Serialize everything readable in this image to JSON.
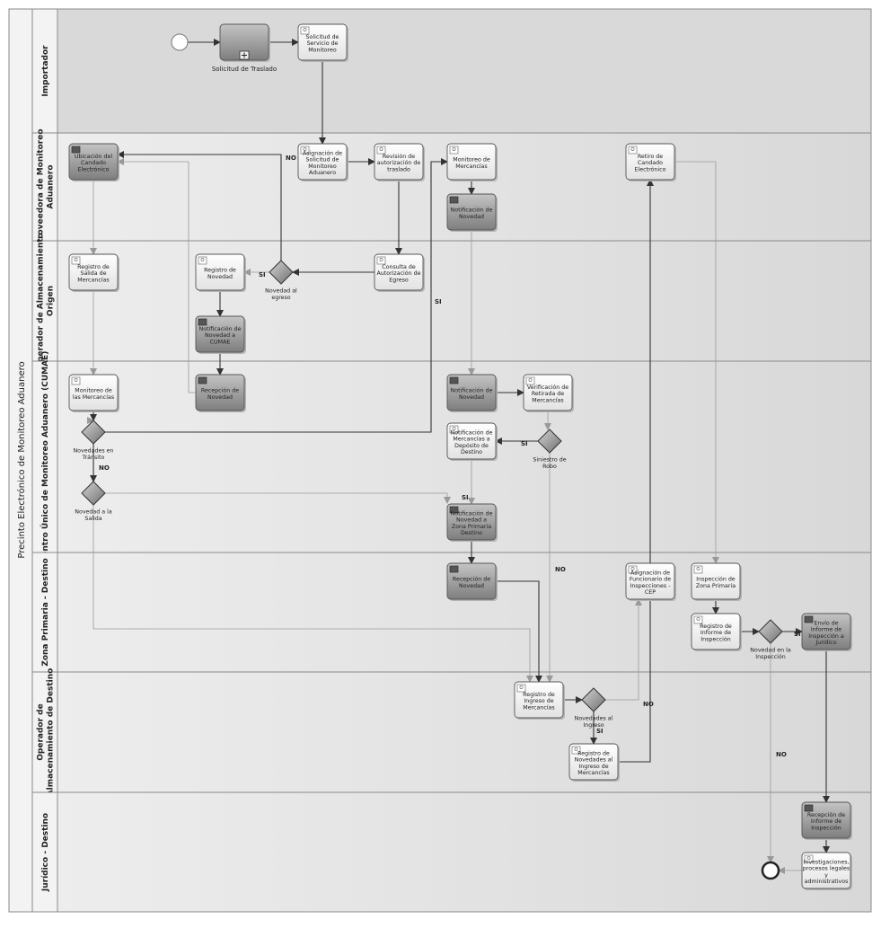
{
  "pool": {
    "title": "Precinto Electrónico de Monitoreo Aduanero"
  },
  "lanes": [
    {
      "id": "importador",
      "label": [
        "Importador"
      ]
    },
    {
      "id": "proveedora",
      "label": [
        "Proveedora de Monitoreo",
        "Aduanero"
      ]
    },
    {
      "id": "origen",
      "label": [
        "Operador de Almacenamiento",
        "Origen"
      ]
    },
    {
      "id": "cumae",
      "label": [
        "Centro Único de Monitoreo Aduanero (CUMAE)"
      ]
    },
    {
      "id": "zona",
      "label": [
        "Zona Primaria - Destino"
      ]
    },
    {
      "id": "opdestino",
      "label": [
        "Operador de",
        "Almacenamiento de  Destino"
      ]
    },
    {
      "id": "juridico",
      "label": [
        "Jurídico - Destino"
      ]
    }
  ],
  "tasks": [
    {
      "id": "t_tras",
      "label": [
        ""
      ],
      "caption": "Solicitud de Traslado"
    },
    {
      "id": "t_ssm",
      "label": [
        "Solicitud de",
        "Servicio de",
        "Monitoreo"
      ]
    },
    {
      "id": "t_asm",
      "label": [
        "Asignación de",
        "Solicitud de",
        "Monitoreo",
        "Aduanero"
      ]
    },
    {
      "id": "t_rat",
      "label": [
        "Revisión de",
        "autorización de",
        "traslado"
      ]
    },
    {
      "id": "t_mm",
      "label": [
        "Monitoreo de",
        "Mercancías"
      ]
    },
    {
      "id": "t_ucd",
      "label": [
        "Ubicación del",
        "Candado",
        "Electrónico"
      ]
    },
    {
      "id": "t_ncd",
      "label": [
        "Retiro de",
        "Candado",
        "Electrónico"
      ]
    },
    {
      "id": "t_nov1",
      "label": [
        "Notificación de",
        "Novedad"
      ]
    },
    {
      "id": "t_rsm",
      "label": [
        "Registro de",
        "Salida de",
        "Mercancías"
      ]
    },
    {
      "id": "t_rnov",
      "label": [
        "Registro de",
        "Novedad"
      ]
    },
    {
      "id": "t_nce",
      "label": [
        "Notificación de",
        "Novedad a",
        "CUMAE"
      ]
    },
    {
      "id": "t_cre",
      "label": [
        "Consulta de",
        "Autorización de",
        "Egreso"
      ]
    },
    {
      "id": "t_mdm",
      "label": [
        "Monitoreo de",
        "las Mercancías"
      ]
    },
    {
      "id": "t_recn",
      "label": [
        "Recepción de",
        "Novedad"
      ]
    },
    {
      "id": "t_notn",
      "label": [
        "Notificación de",
        "Novedad"
      ]
    },
    {
      "id": "t_rec_pm",
      "label": [
        "Verificación de",
        "Retirada de",
        "Mercancías"
      ]
    },
    {
      "id": "t_nmd",
      "label": [
        "Notificación de",
        "Mercancías a",
        "Depósito de",
        "Destino"
      ]
    },
    {
      "id": "t_nnz",
      "label": [
        "Notificación de",
        "Novedad a",
        "Zona Primaria",
        "Destino"
      ]
    },
    {
      "id": "t_rnz",
      "label": [
        "Recepción de",
        "Novedad"
      ]
    },
    {
      "id": "t_afi",
      "label": [
        "Asignación de",
        "Funcionario de",
        "Inspecciones -",
        "CEP"
      ]
    },
    {
      "id": "t_izp",
      "label": [
        "Inspección de",
        "Zona Primaria"
      ]
    },
    {
      "id": "t_rii",
      "label": [
        "Registro de",
        "Informe de",
        "Inspección"
      ]
    },
    {
      "id": "t_eii",
      "label": [
        "Envío de",
        "Informe de",
        "Inspección a",
        "Jurídico"
      ]
    },
    {
      "id": "t_rim",
      "label": [
        "Registro de",
        "Ingreso de",
        "Mercancías"
      ]
    },
    {
      "id": "t_rnim",
      "label": [
        "Registro de",
        "Novedades al",
        "Ingreso de",
        "Mercancías"
      ]
    },
    {
      "id": "t_rpii",
      "label": [
        "Recepción de",
        "Informe de",
        "Inspección"
      ]
    },
    {
      "id": "t_acc",
      "label": [
        "Investigaciones,",
        "procesos legales",
        "y",
        "administrativos"
      ]
    }
  ],
  "gateways": [
    {
      "id": "g_ne",
      "label": [
        "Novedad al",
        "egreso"
      ]
    },
    {
      "id": "g_nt",
      "label": [
        "Novedades en",
        "Tránsito"
      ]
    },
    {
      "id": "g_ns",
      "label": [
        "Novedad a la",
        "Salida"
      ]
    },
    {
      "id": "g_st",
      "label": [
        "Siniestro de",
        "Robo"
      ]
    },
    {
      "id": "g_ni",
      "label": [
        "Novedad en la",
        "Inspección"
      ]
    },
    {
      "id": "g_nin",
      "label": [
        "Novedades al",
        "Ingreso"
      ]
    }
  ],
  "flow_labels": {
    "no_rat": "NO",
    "si_ne": "SI",
    "si_nt": "SI",
    "no_ns": "NO",
    "si_ns": "SI",
    "si_st": "SI",
    "no_st": "NO",
    "si_ni": "SI",
    "no_ni": "NO",
    "no_nin": "NO",
    "si_nin": "SI"
  },
  "colors": {
    "lane_bg": "#e4e4e4",
    "lane_header": "#f3f3f3",
    "task_light": "#f2f2f2",
    "task_dark": "#8f8f8f",
    "line": "#333333",
    "line_light": "#9a9a9a"
  }
}
